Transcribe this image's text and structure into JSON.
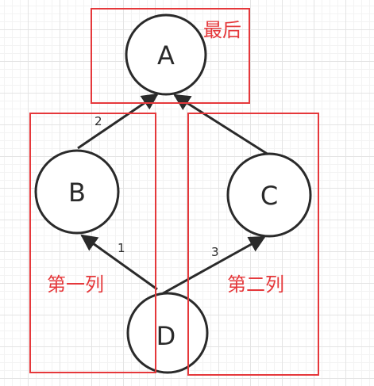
{
  "diagram": {
    "nodes": {
      "A": "A",
      "B": "B",
      "C": "C",
      "D": "D"
    },
    "edges": [
      {
        "from": "D",
        "to": "B",
        "label": "1"
      },
      {
        "from": "B",
        "to": "A",
        "label": "2"
      },
      {
        "from": "D",
        "to": "C",
        "label": "3"
      },
      {
        "from": "C",
        "to": "A",
        "label": ""
      }
    ],
    "groups": {
      "last": "最后",
      "first_column": "第一列",
      "second_column": "第二列"
    },
    "colors": {
      "group_border": "#e5383b",
      "group_label": "#e5383b",
      "node_stroke": "#2a2a2a",
      "edge": "#2a2a2a"
    }
  }
}
